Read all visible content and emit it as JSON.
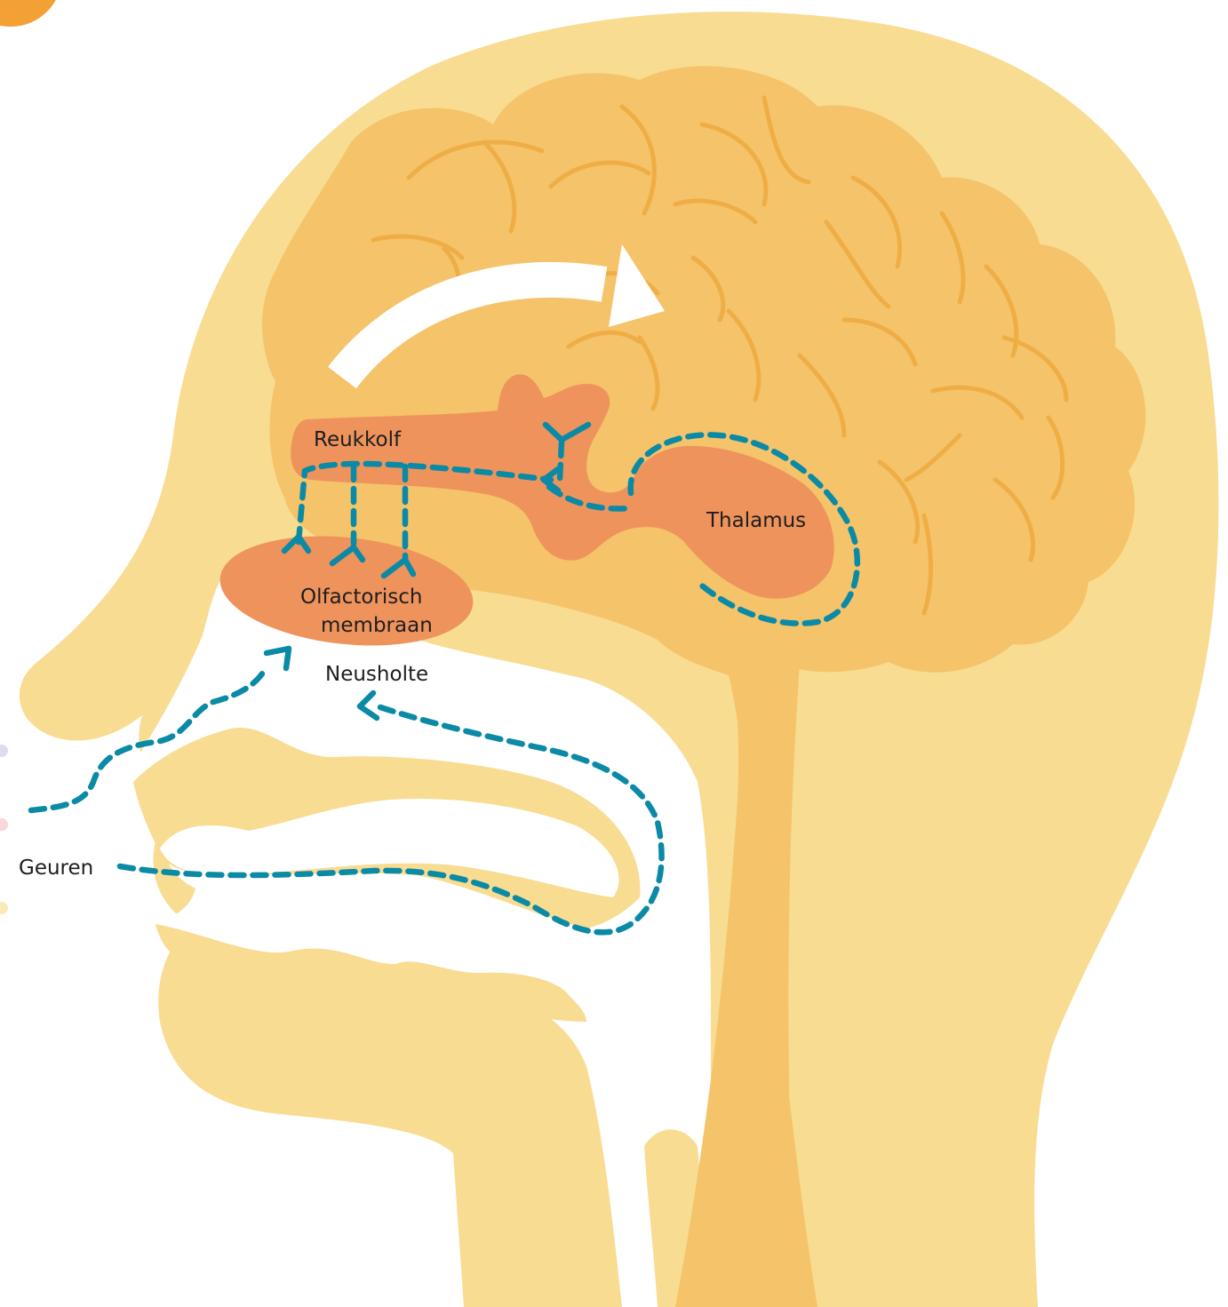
{
  "labels": {
    "olfactory_bulb": "Reukkolf",
    "thalamus": "Thalamus",
    "olfactory_membrane_line1": "Olfactorisch",
    "olfactory_membrane_line2": "membraan",
    "nasal_cavity": "Neusholte",
    "odors": "Geuren"
  },
  "colors": {
    "head": "#f8dc92",
    "brain": "#f5c36a",
    "brain_folds": "#efae45",
    "organ": "#ef935c",
    "nerve_path": "#0b8aa6",
    "airway": "#ffffff",
    "accent_orange": "#f3a035"
  }
}
